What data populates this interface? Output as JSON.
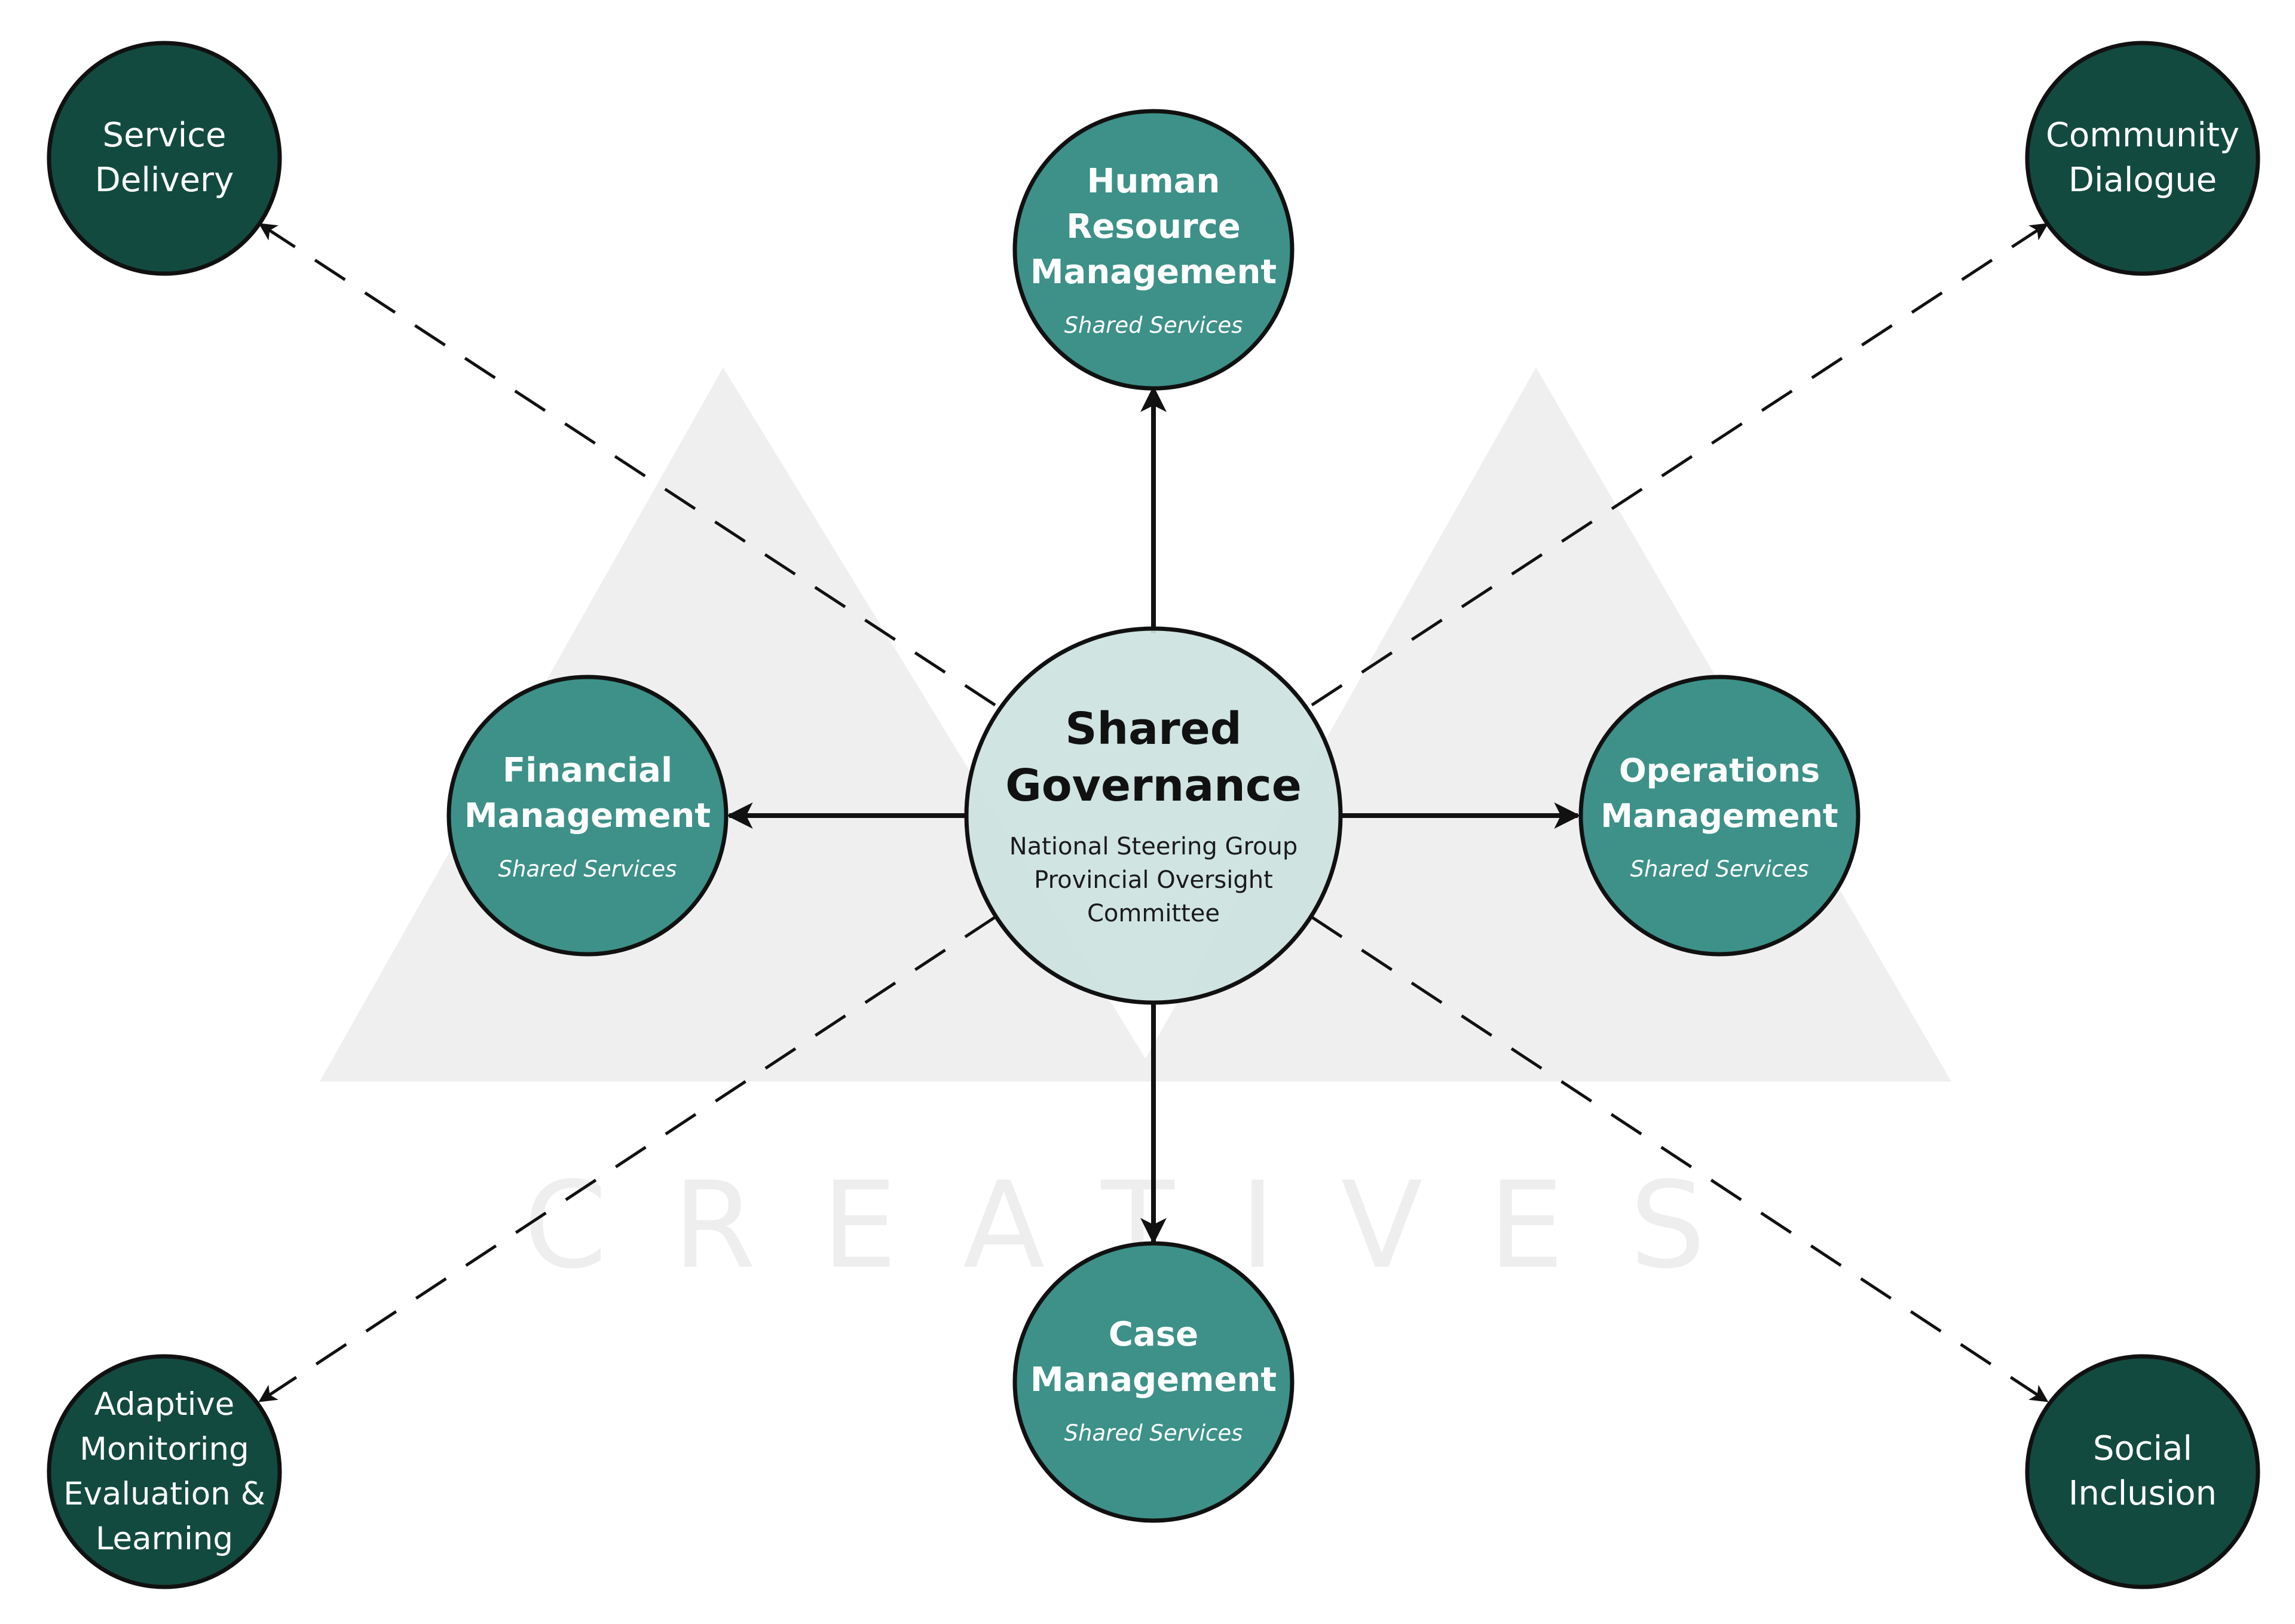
{
  "colors": {
    "inner_node": "#3d9188",
    "outer_node": "#134a40",
    "center_node": "#cce2df",
    "stroke": "#111111",
    "watermark": "#efefef",
    "text_light": "#ffffff",
    "text_dark": "#111111"
  },
  "watermark": {
    "text": "CREATIVES"
  },
  "center": {
    "title_line1": "Shared",
    "title_line2": "Governance",
    "sub_line1": "National Steering Group",
    "sub_line2": "Provincial Oversight",
    "sub_line3": "Committee"
  },
  "inner_nodes": {
    "hr": {
      "line1": "Human",
      "line2": "Resource",
      "line3": "Management",
      "sub": "Shared Services"
    },
    "financial": {
      "line1": "Financial",
      "line2": "Management",
      "sub": "Shared Services"
    },
    "operations": {
      "line1": "Operations",
      "line2": "Management",
      "sub": "Shared Services"
    },
    "case": {
      "line1": "Case",
      "line2": "Management",
      "sub": "Shared Services"
    }
  },
  "outer_nodes": {
    "service_delivery": {
      "line1": "Service",
      "line2": "Delivery"
    },
    "community_dialogue": {
      "line1": "Community",
      "line2": "Dialogue"
    },
    "adaptive_mel": {
      "line1": "Adaptive",
      "line2": "Monitoring",
      "line3": "Evaluation &",
      "line4": "Learning"
    },
    "social_inclusion": {
      "line1": "Social",
      "line2": "Inclusion"
    }
  }
}
